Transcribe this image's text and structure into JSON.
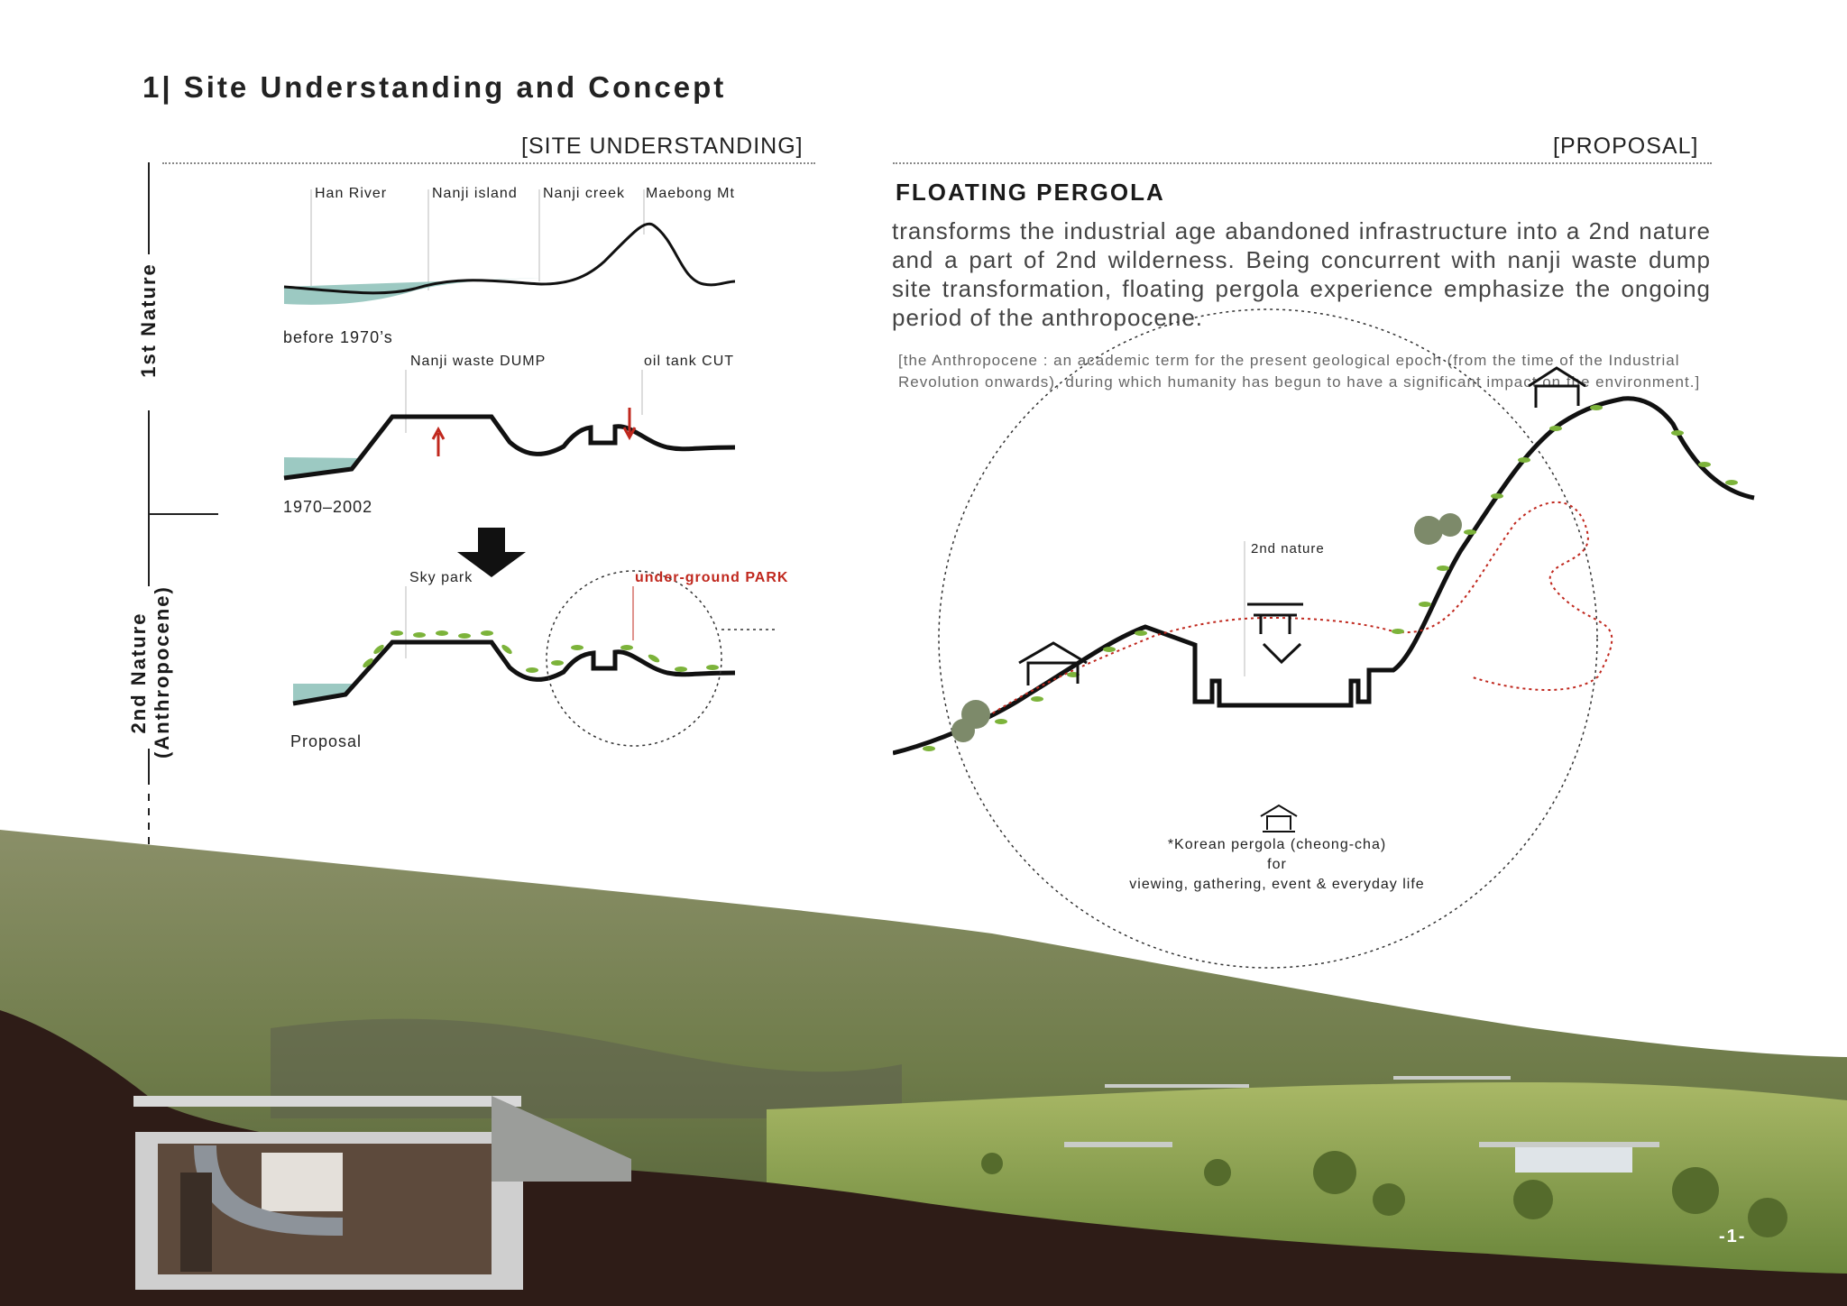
{
  "page": {
    "title": "1| Site Understanding and Concept",
    "page_number": "-1-"
  },
  "headers": {
    "site_understanding": "[SITE UNDERSTANDING]",
    "proposal": "[PROPOSAL]"
  },
  "axis_labels": {
    "first_nature": "1st Nature",
    "second_nature_line1": "2nd Nature",
    "second_nature_line2": "(Anthropocene)"
  },
  "sections": {
    "top": {
      "labels": [
        "Han River",
        "Nanji island",
        "Nanji creek",
        "Maebong Mt"
      ],
      "stage": "before 1970’s"
    },
    "middle": {
      "labels": [
        "Nanji waste DUMP",
        "oil tank CUT"
      ],
      "stage": "1970–2002"
    },
    "bottom": {
      "labels": [
        "Sky park",
        "under-ground PARK"
      ],
      "stage": "Proposal"
    }
  },
  "proposal": {
    "heading": "FLOATING PERGOLA",
    "body": "transforms the industrial age abandoned infrastructure into a 2nd nature and a part of 2nd wilderness. Being concurrent with nanji waste dump site transformation, floating pergola experience emphasize the ongoing period of the anthropocene.",
    "note": "[the Anthropocene : an academic term for the present geological epoch (from the time of the Industrial Revolution onwards), during which humanity has begun to have a significant impact on the environment.]",
    "diagram_label": "2nd nature",
    "caption_line1": "*Korean pergola (cheong-cha)",
    "caption_line2": "for",
    "caption_line3": "viewing, gathering, event & everyday life"
  },
  "colors": {
    "water": "#9cc9c2",
    "accent_red": "#c0281e",
    "leaf_green": "#7cb33a",
    "earth_section": "#2e1c17",
    "hill_green": "#6f7c4a"
  }
}
